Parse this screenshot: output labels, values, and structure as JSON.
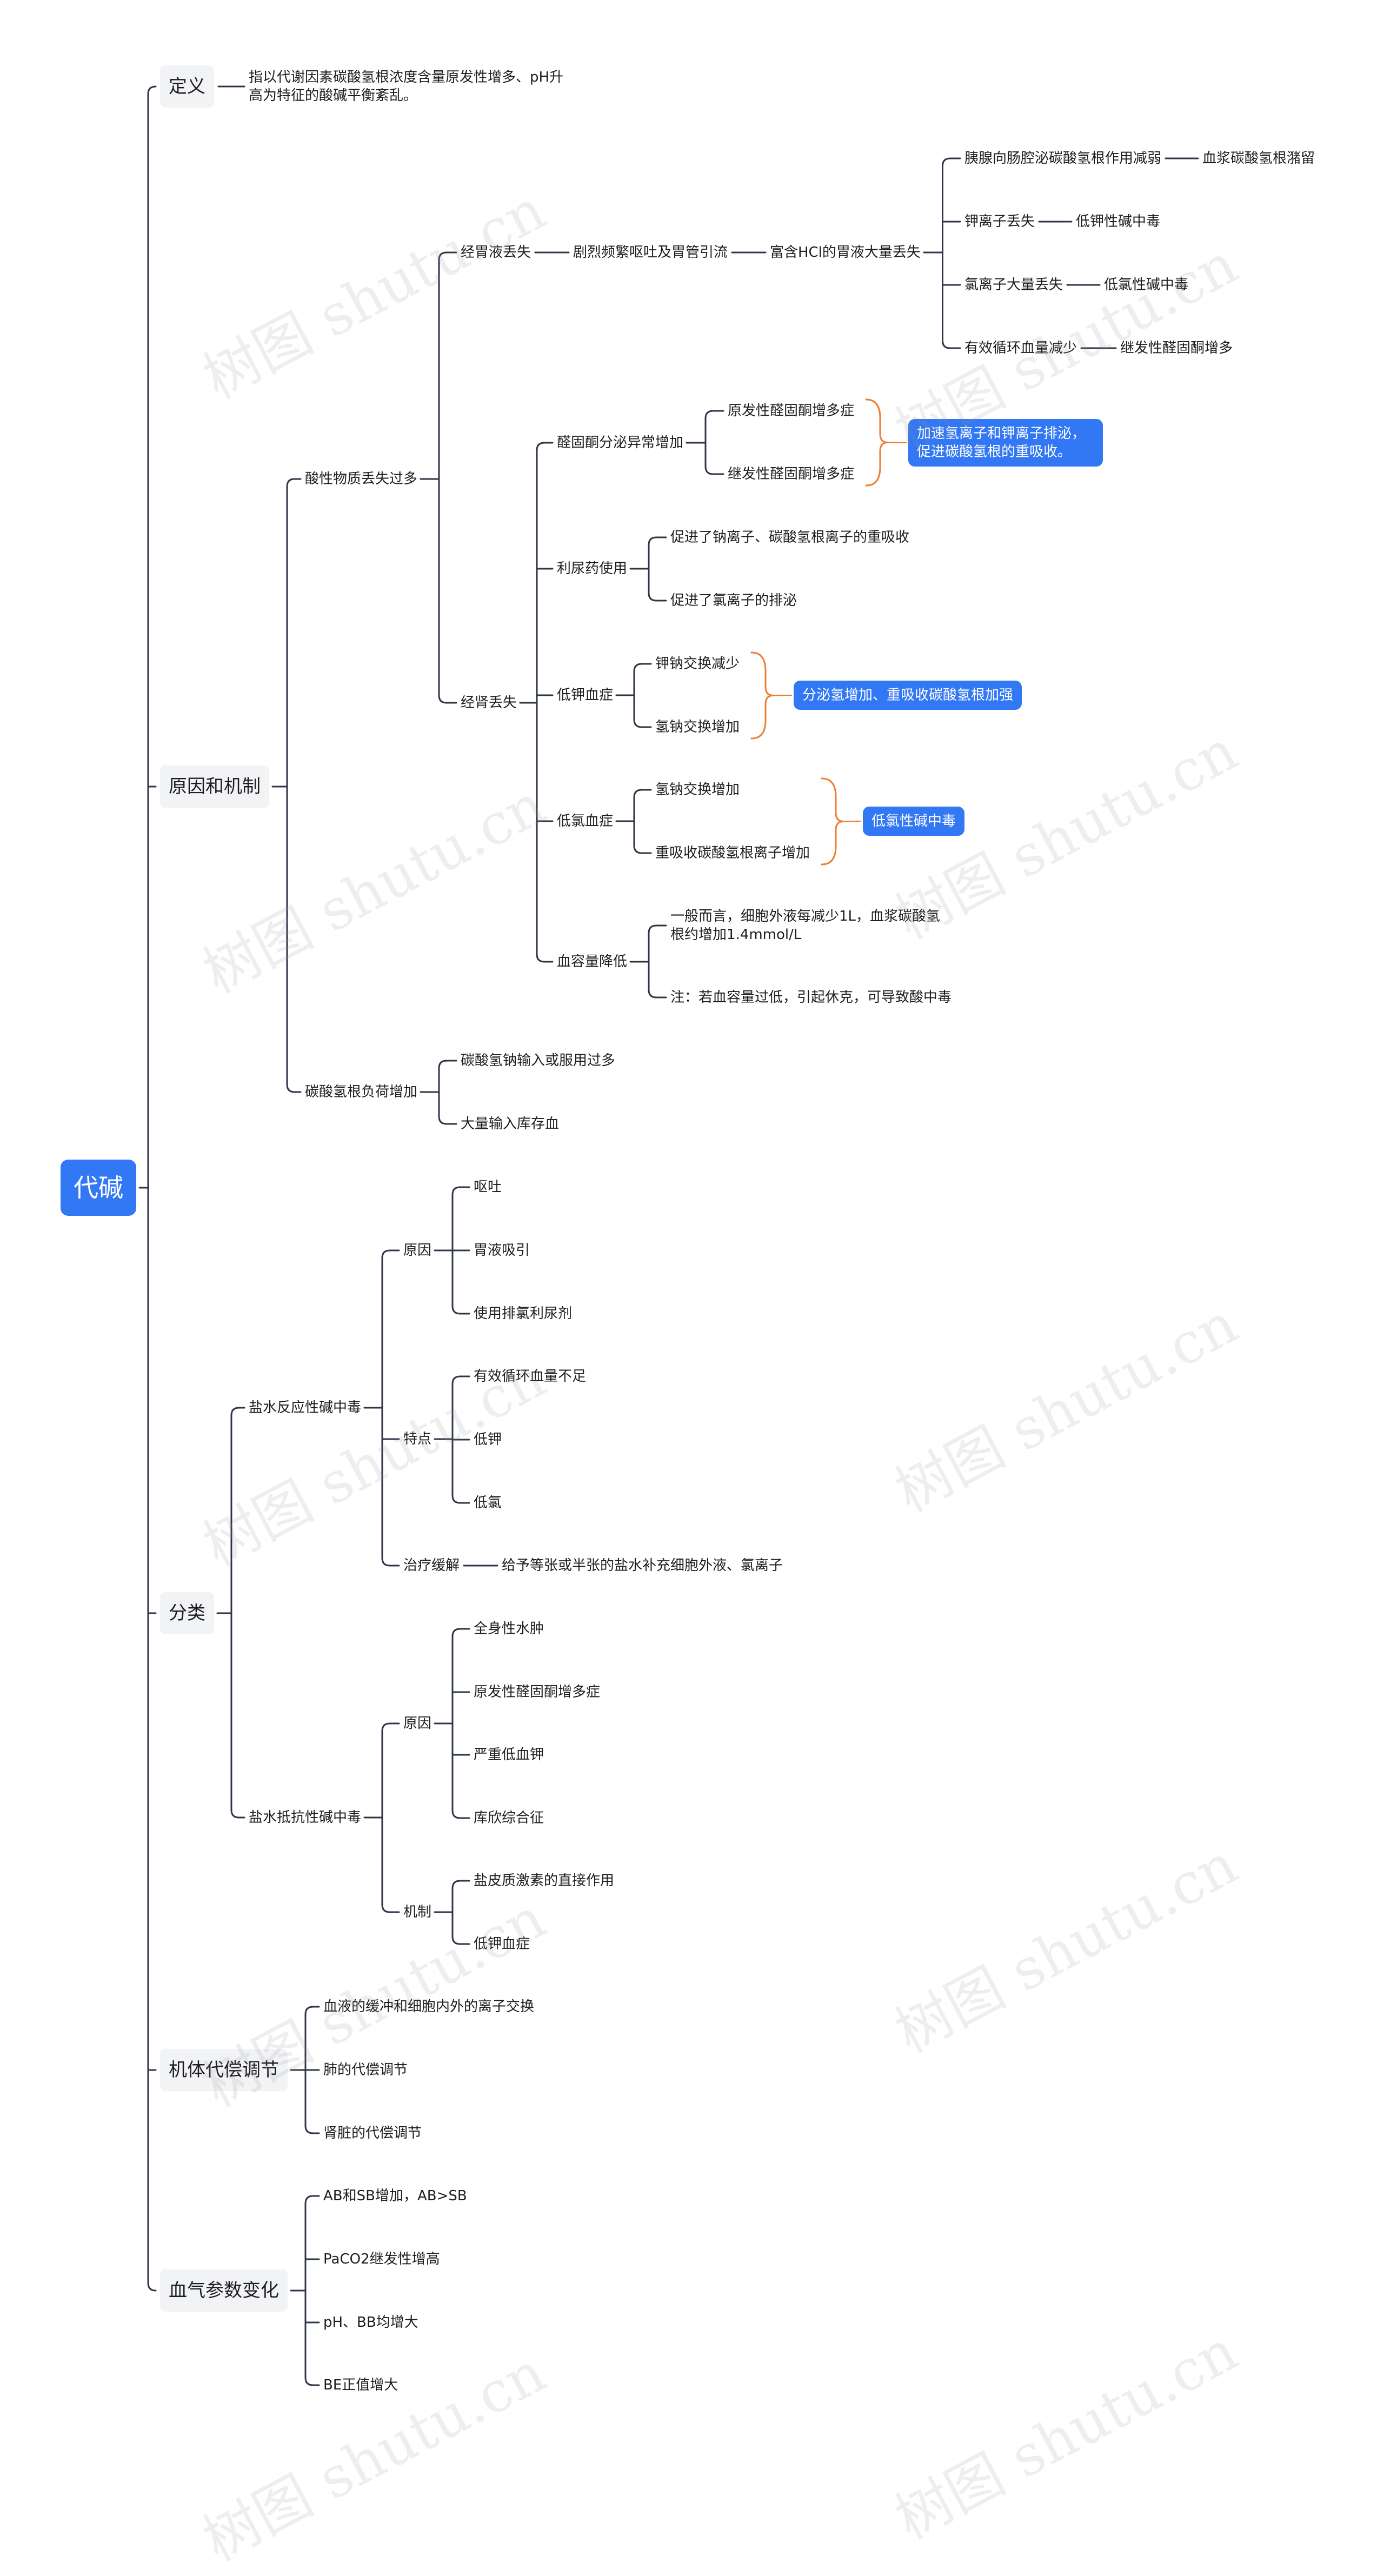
{
  "root": "代碱",
  "watermark": "树图 shutu.cn",
  "colors": {
    "line": "#2d3546",
    "accent_bracket": "#ee7d31",
    "highlight": "#3277f3",
    "level1_bg": "#f2f3f5"
  },
  "nodes": {
    "def": "定义",
    "def_text": "指以代谢因素碳酸氢根浓度含量原发性增多、pH升高为特征的酸碱平衡紊乱。",
    "cause": "原因和机制",
    "acid_loss": "酸性物质丢失过多",
    "gastric": "经胃液丢失",
    "vomit": "剧烈频繁呕吐及胃管引流",
    "hcl": "富含HCl的胃液大量丢失",
    "g1": "胰腺向肠腔泌碳酸氢根作用减弱",
    "g1a": "血浆碳酸氢根潴留",
    "g2": "钾离子丢失",
    "g2a": "低钾性碱中毒",
    "g3": "氯离子大量丢失",
    "g3a": "低氯性碱中毒",
    "g4": "有效循环血量减少",
    "g4a": "继发性醛固酮增多",
    "renal": "经肾丢失",
    "aldo": "醛固酮分泌异常增加",
    "aldo1": "原发性醛固酮增多症",
    "aldo2": "继发性醛固酮增多症",
    "aldo_note": "加速氢离子和钾离子排泌，促进碳酸氢根的重吸收。",
    "diuretic": "利尿药使用",
    "diu1": "促进了钠离子、碳酸氢根离子的重吸收",
    "diu2": "促进了氯离子的排泌",
    "hypok": "低钾血症",
    "hypok1": "钾钠交换减少",
    "hypok2": "氢钠交换增加",
    "hypok_note": "分泌氢增加、重吸收碳酸氢根加强",
    "hypocl": "低氯血症",
    "hypocl1": "氢钠交换增加",
    "hypocl2": "重吸收碳酸氢根离子增加",
    "hypocl_note": "低氯性碱中毒",
    "volume": "血容量降低",
    "vol1": "一般而言，细胞外液每减少1L，血浆碳酸氢根约增加1.4mmol/L",
    "vol2": "注：若血容量过低，引起休克，可导致酸中毒",
    "bicarb": "碳酸氢根负荷增加",
    "bic1": "碳酸氢钠输入或服用过多",
    "bic2": "大量输入库存血",
    "classify": "分类",
    "salt_resp": "盐水反应性碱中毒",
    "sr_cause": "原因",
    "sr_c1": "呕吐",
    "sr_c2": "胃液吸引",
    "sr_c3": "使用排氯利尿剂",
    "sr_feat": "特点",
    "sr_f1": "有效循环血量不足",
    "sr_f2": "低钾",
    "sr_f3": "低氯",
    "sr_treat": "治疗缓解",
    "sr_t1": "给予等张或半张的盐水补充细胞外液、氯离子",
    "salt_res": "盐水抵抗性碱中毒",
    "rs_cause": "原因",
    "rs_c1": "全身性水肿",
    "rs_c2": "原发性醛固酮增多症",
    "rs_c3": "严重低血钾",
    "rs_c4": "库欣综合征",
    "rs_mech": "机制",
    "rs_m1": "盐皮质激素的直接作用",
    "rs_m2": "低钾血症",
    "compens": "机体代偿调节",
    "comp1": "血液的缓冲和细胞内外的离子交换",
    "comp2": "肺的代偿调节",
    "comp3": "肾脏的代偿调节",
    "blood": "血气参数变化",
    "bg1": "AB和SB增加，AB>SB",
    "bg2": "PaCO2继发性增高",
    "bg3": "pH、BB均增大",
    "bg4": "BE正值增大"
  }
}
